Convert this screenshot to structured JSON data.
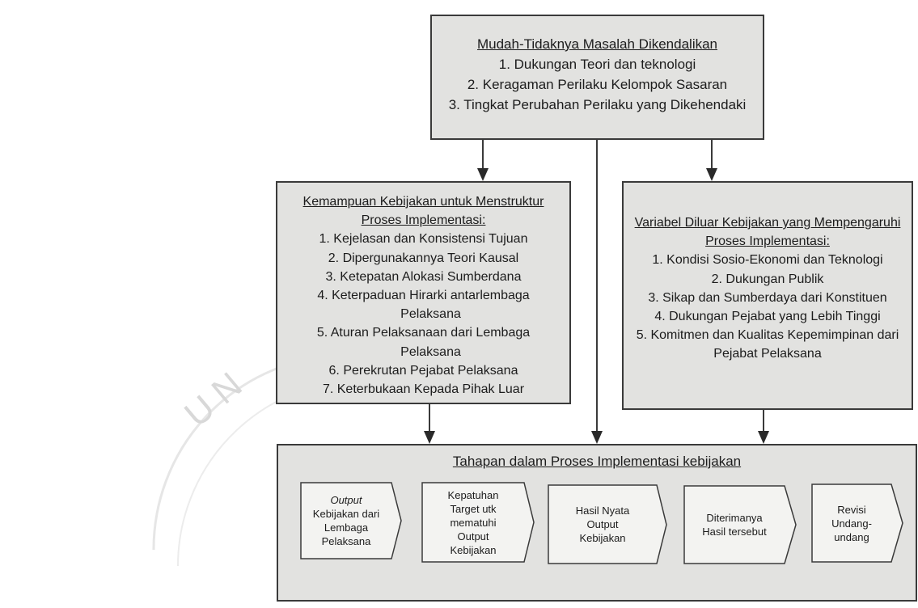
{
  "top_box": {
    "heading": "Mudah-Tidaknya Masalah Dikendalikan",
    "items": [
      "1.  Dukungan Teori dan teknologi",
      "2.  Keragaman Perilaku Kelompok Sasaran",
      "3.  Tingkat Perubahan Perilaku yang Dikehendaki"
    ]
  },
  "left_box": {
    "heading_line1": "Kemampuan Kebijakan untuk Menstruktur",
    "heading_line2": "Proses Implementasi:",
    "items": [
      "1.  Kejelasan dan Konsistensi Tujuan",
      "2.  Dipergunakannya Teori Kausal",
      "3.  Ketepatan Alokasi Sumberdana",
      "4.  Keterpaduan Hirarki antarlembaga",
      "Pelaksana",
      "5.  Aturan Pelaksanaan dari Lembaga",
      "Pelaksana",
      "6.  Perekrutan Pejabat Pelaksana",
      "7.  Keterbukaan Kepada Pihak Luar"
    ]
  },
  "right_box": {
    "heading_line1": "Variabel Diluar Kebijakan yang Mempengaruhi",
    "heading_line2": "Proses Implementasi:",
    "items": [
      "1.  Kondisi Sosio-Ekonomi dan Teknologi",
      "2.  Dukungan Publik",
      "3.  Sikap dan Sumberdaya dari Konstituen",
      "4.  Dukungan Pejabat yang Lebih Tinggi",
      "5.  Komitmen dan Kualitas Kepemimpinan dari",
      "Pejabat Pelaksana"
    ]
  },
  "bottom_box": {
    "title": "Tahapan dalam Proses Implementasi kebijakan",
    "stages": [
      {
        "italic": "Output",
        "lines": [
          "Kebijakan dari",
          "Lembaga",
          "Pelaksana"
        ]
      },
      {
        "lines": [
          "Kepatuhan",
          "Target utk",
          "mematuhi",
          "Output",
          "Kebijakan"
        ]
      },
      {
        "lines": [
          "Hasil Nyata",
          "Output",
          "Kebijakan"
        ]
      },
      {
        "lines": [
          "Diterimanya",
          "Hasil tersebut"
        ]
      },
      {
        "lines": [
          "Revisi",
          "Undang-",
          "undang"
        ]
      }
    ]
  },
  "watermark_text": "U N",
  "colors": {
    "box_fill": "#e2e2e0",
    "stroke": "#3a3a3a",
    "stage_fill": "#f3f3f1",
    "text": "#1c1c1c"
  }
}
